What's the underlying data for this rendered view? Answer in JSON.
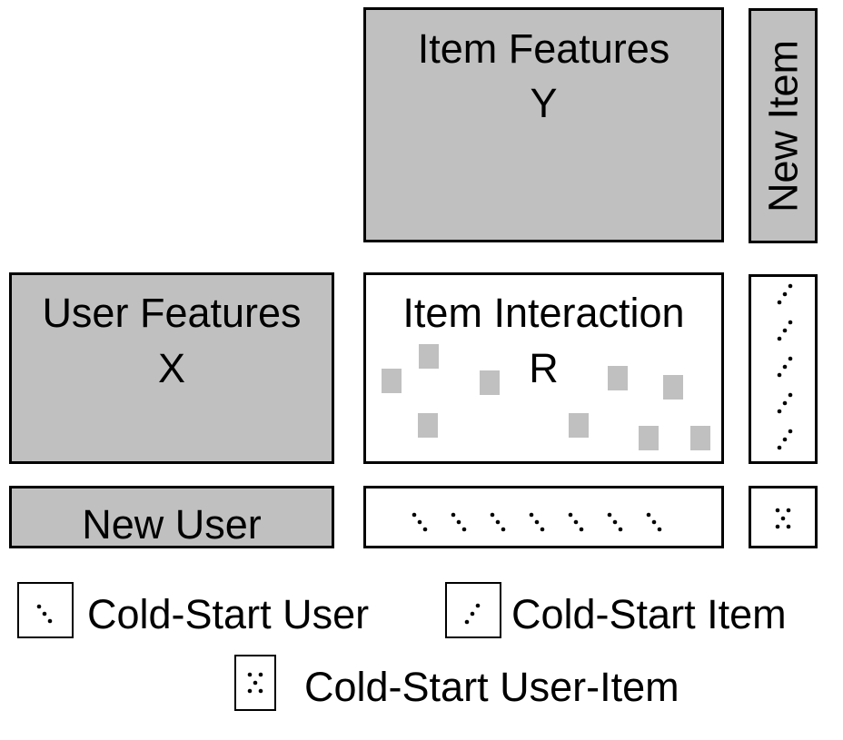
{
  "item_features": {
    "line1": "Item Features",
    "line2": "Y"
  },
  "new_item": {
    "label": "New Item"
  },
  "user_features": {
    "line1": "User Features",
    "line2": "X"
  },
  "interaction": {
    "line1": "Item Interaction",
    "line2": "R"
  },
  "new_user": {
    "label": "New User"
  },
  "legend": {
    "cold_start_user": "Cold-Start User",
    "cold_start_item": "Cold-Start Item",
    "cold_start_user_item": "Cold-Start User-Item"
  },
  "colors": {
    "feature_fill": "#c0c0c0",
    "border": "#000000",
    "background": "#ffffff"
  }
}
